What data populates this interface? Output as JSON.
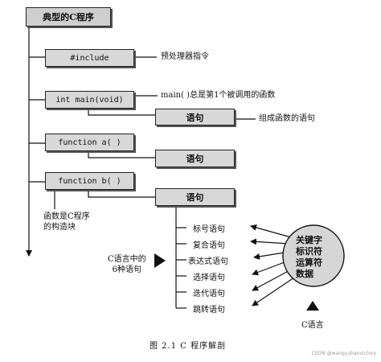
{
  "title_box": "典型的C程序",
  "include_box": "#include",
  "include_note": "预处理器指令",
  "main_box": "int main(void)",
  "main_note": "main( )总是第1个被调用的函数",
  "main_stmt": "语句",
  "stmt_note": "组成函数的语句",
  "func_a_box": "function a( )",
  "func_a_stmt": "语句",
  "func_b_box": "function b( )",
  "func_b_stmt": "语句",
  "module_note": [
    "函数是C程序",
    "的构造块"
  ],
  "six_kinds_note": [
    "C语言中的",
    "6种语句"
  ],
  "statement_kinds": [
    "标号语句",
    "复合语句",
    "表达式语句",
    "选择语句",
    "迭代语句",
    "跳转语句"
  ],
  "language_elements": [
    "关键字",
    "标识符",
    "运算符",
    "数据"
  ],
  "c_language_label": "C语言",
  "caption": "图 2.1    C 程序解剖",
  "watermark": "CSDN @wangyuhanvictory"
}
